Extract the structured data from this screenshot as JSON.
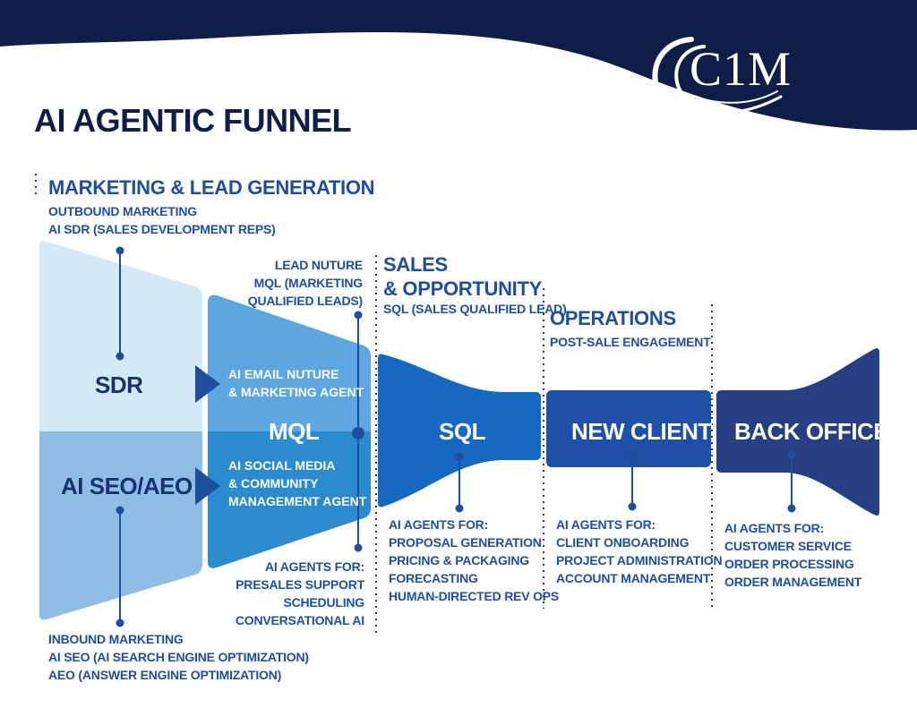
{
  "title": "AI AGENTIC FUNNEL",
  "logo": {
    "text": "C1M"
  },
  "colors": {
    "navy_band": "#0f1e48",
    "text_blue": "#1f4e9c",
    "sdr_fill": "#d4e9f8",
    "seo_fill": "#8fbde4",
    "mql_top": "#5ea6df",
    "mql_bottom": "#2c8acf",
    "sql_fill": "#1668c0",
    "new_client_fill": "#1f4fa7",
    "back_office_fill": "#273f82"
  },
  "marketing": {
    "heading": "MARKETING & LEAD GENERATION",
    "outbound_line1": "OUTBOUND MARKETING",
    "outbound_line2": "AI SDR (SALES DEVELOPMENT REPS)",
    "inbound_line1": "INBOUND MARKETING",
    "inbound_line2": "AI SEO (AI SEARCH ENGINE OPTIMIZATION)",
    "inbound_line3": "AEO (ANSWER ENGINE OPTIMIZATION)"
  },
  "stages": {
    "sdr": "SDR",
    "seo": "AI SEO/AEO",
    "mql": "MQL",
    "sql": "SQL",
    "new_client": "NEW CLIENT",
    "back_office": "BACK OFFICE"
  },
  "mql": {
    "lead_line1": "LEAD NUTURE",
    "lead_line2": "MQL (MARKETING",
    "lead_line3": "QUALIFIED LEADS)",
    "email_line1": "AI EMAIL NUTURE",
    "email_line2": "& MARKETING AGENT",
    "social_line1": "AI SOCIAL MEDIA",
    "social_line2": "& COMMUNITY",
    "social_line3": "MANAGEMENT AGENT",
    "agents_heading": "AI AGENTS FOR:",
    "agents": [
      "PRESALES SUPPORT",
      "SCHEDULING",
      "CONVERSATIONAL AI"
    ]
  },
  "sales": {
    "heading_line1": "SALES",
    "heading_line2": "& OPPORTUNITY",
    "sub": "SQL (SALES QUALIFIED LEAD)",
    "agents_heading": "AI AGENTS FOR:",
    "agents": [
      "PROPOSAL GENERATION",
      "PRICING & PACKAGING",
      "FORECASTING",
      "HUMAN-DIRECTED REV OPS"
    ]
  },
  "operations": {
    "heading": "OPERATIONS",
    "sub": "POST-SALE ENGAGEMENT",
    "agents_heading": "AI AGENTS FOR:",
    "agents": [
      "CLIENT ONBOARDING",
      "PROJECT ADMINISTRATION",
      "ACCOUNT MANAGEMENT"
    ]
  },
  "back_office": {
    "agents_heading": "AI AGENTS FOR:",
    "agents": [
      "CUSTOMER SERVICE",
      "ORDER PROCESSING",
      "ORDER MANAGEMENT"
    ]
  }
}
